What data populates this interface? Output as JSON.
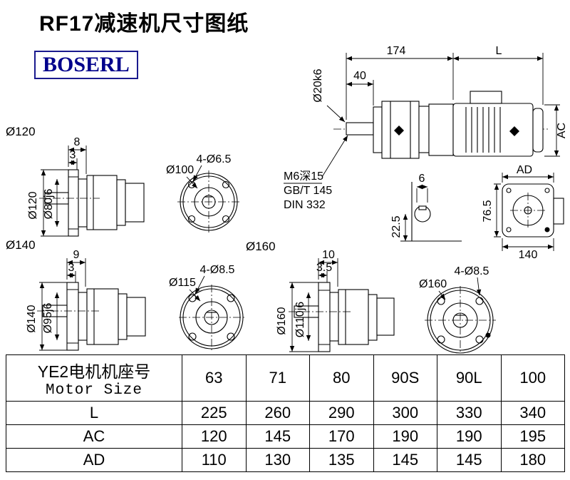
{
  "page": {
    "title": "RF17减速机尺寸图纸",
    "logo": "BOSERL"
  },
  "assembly": {
    "dim_length_reducer": "174",
    "dim_length_motor": "L",
    "dim_shaft_len": "40",
    "dim_shaft_dia": "Ø20k6",
    "dim_motor_height": "AC",
    "note_line1": "M6深15",
    "note_line2": "GB/T 145",
    "note_line3": "DIN 332"
  },
  "shaft_section": {
    "dim_key_width": "6",
    "dim_height": "22.5"
  },
  "rear_view": {
    "dim_ad": "AD",
    "dim_half_height": "76.5",
    "dim_width": "140"
  },
  "flange120": {
    "label": "Ø120",
    "dim_a": "8",
    "dim_b": "3",
    "dim_flange": "Ø120",
    "dim_pilot": "Ø80j6",
    "front_circle": "Ø100",
    "front_holes": "4-Ø6.5"
  },
  "flange140": {
    "label": "Ø140",
    "dim_a": "9",
    "dim_b": "3",
    "dim_flange": "Ø140",
    "dim_pilot": "Ø95j6",
    "front_circle": "Ø115",
    "front_holes": "4-Ø8.5"
  },
  "flange160": {
    "label": "Ø160",
    "dim_a": "10",
    "dim_b": "3.5",
    "dim_flange": "Ø160",
    "dim_pilot": "Ø110j6",
    "front_circle": "Ø160",
    "front_holes": "4-Ø8.5"
  },
  "table": {
    "header_cn": "YE2电机机座号",
    "header_en": "Motor Size",
    "sizes": [
      "63",
      "71",
      "80",
      "90S",
      "90L",
      "100"
    ],
    "rows": [
      {
        "label": "L",
        "values": [
          "225",
          "260",
          "290",
          "300",
          "330",
          "340"
        ]
      },
      {
        "label": "AC",
        "values": [
          "120",
          "145",
          "170",
          "190",
          "190",
          "195"
        ]
      },
      {
        "label": "AD",
        "values": [
          "110",
          "130",
          "135",
          "145",
          "145",
          "180"
        ]
      }
    ]
  }
}
